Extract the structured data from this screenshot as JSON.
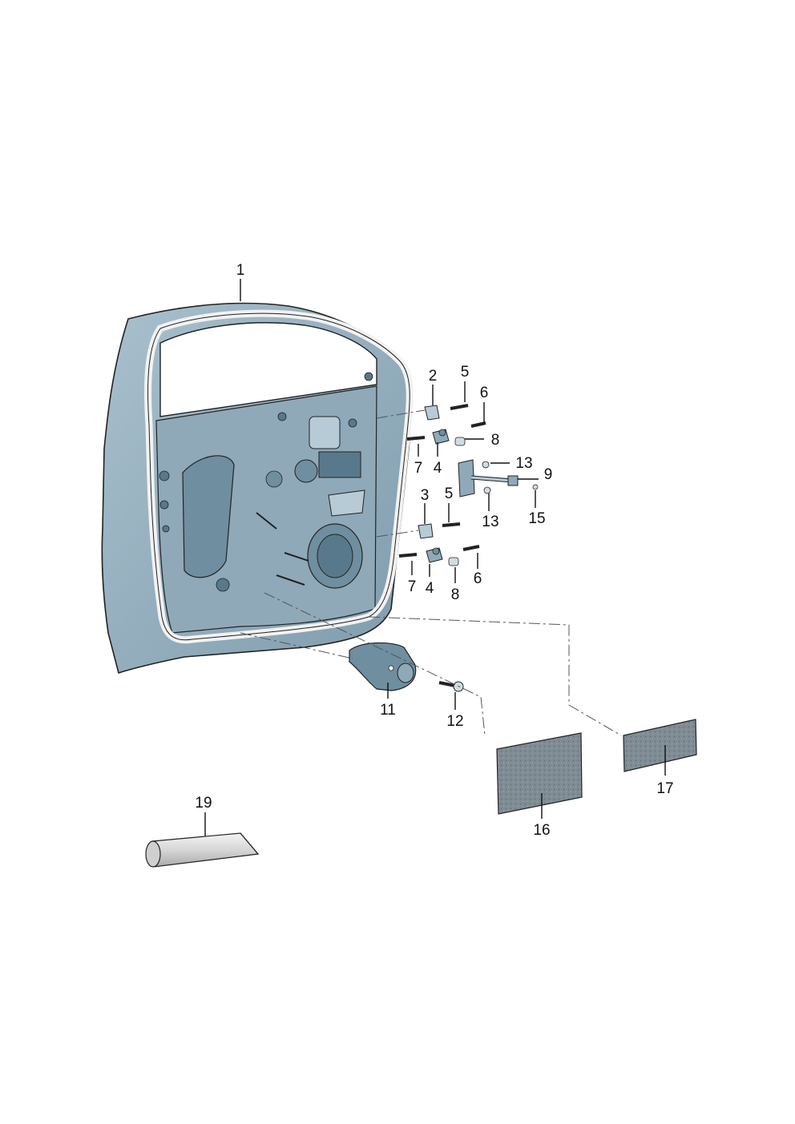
{
  "colors": {
    "panel": "#8fa9b8",
    "panel_dark": "#6f8ea0",
    "panel_light": "#b7cbd6",
    "seal": "#f2f2f2",
    "mat": "#7f8c94",
    "tube": "#d6d6d6"
  },
  "labels": {
    "door_shell": "1",
    "hinge_upper_part": "2",
    "hinge_lower_part": "3",
    "hinge_upper_body": "4",
    "hinge_lower_body": "4",
    "bolt_upper": "5",
    "bolt_lower": "5",
    "screw_upper": "6",
    "screw_lower": "6",
    "bolt_left_upper": "7",
    "bolt_left_lower": "7",
    "bush_upper": "8",
    "bush_lower": "8",
    "door_check": "9",
    "bracket": "11",
    "bracket_screw": "12",
    "check_screw_top": "13",
    "check_screw_bottom": "13",
    "check_screw_small": "15",
    "damping_mat_1": "16",
    "damping_mat_2": "17",
    "sealant_tube": "19"
  }
}
